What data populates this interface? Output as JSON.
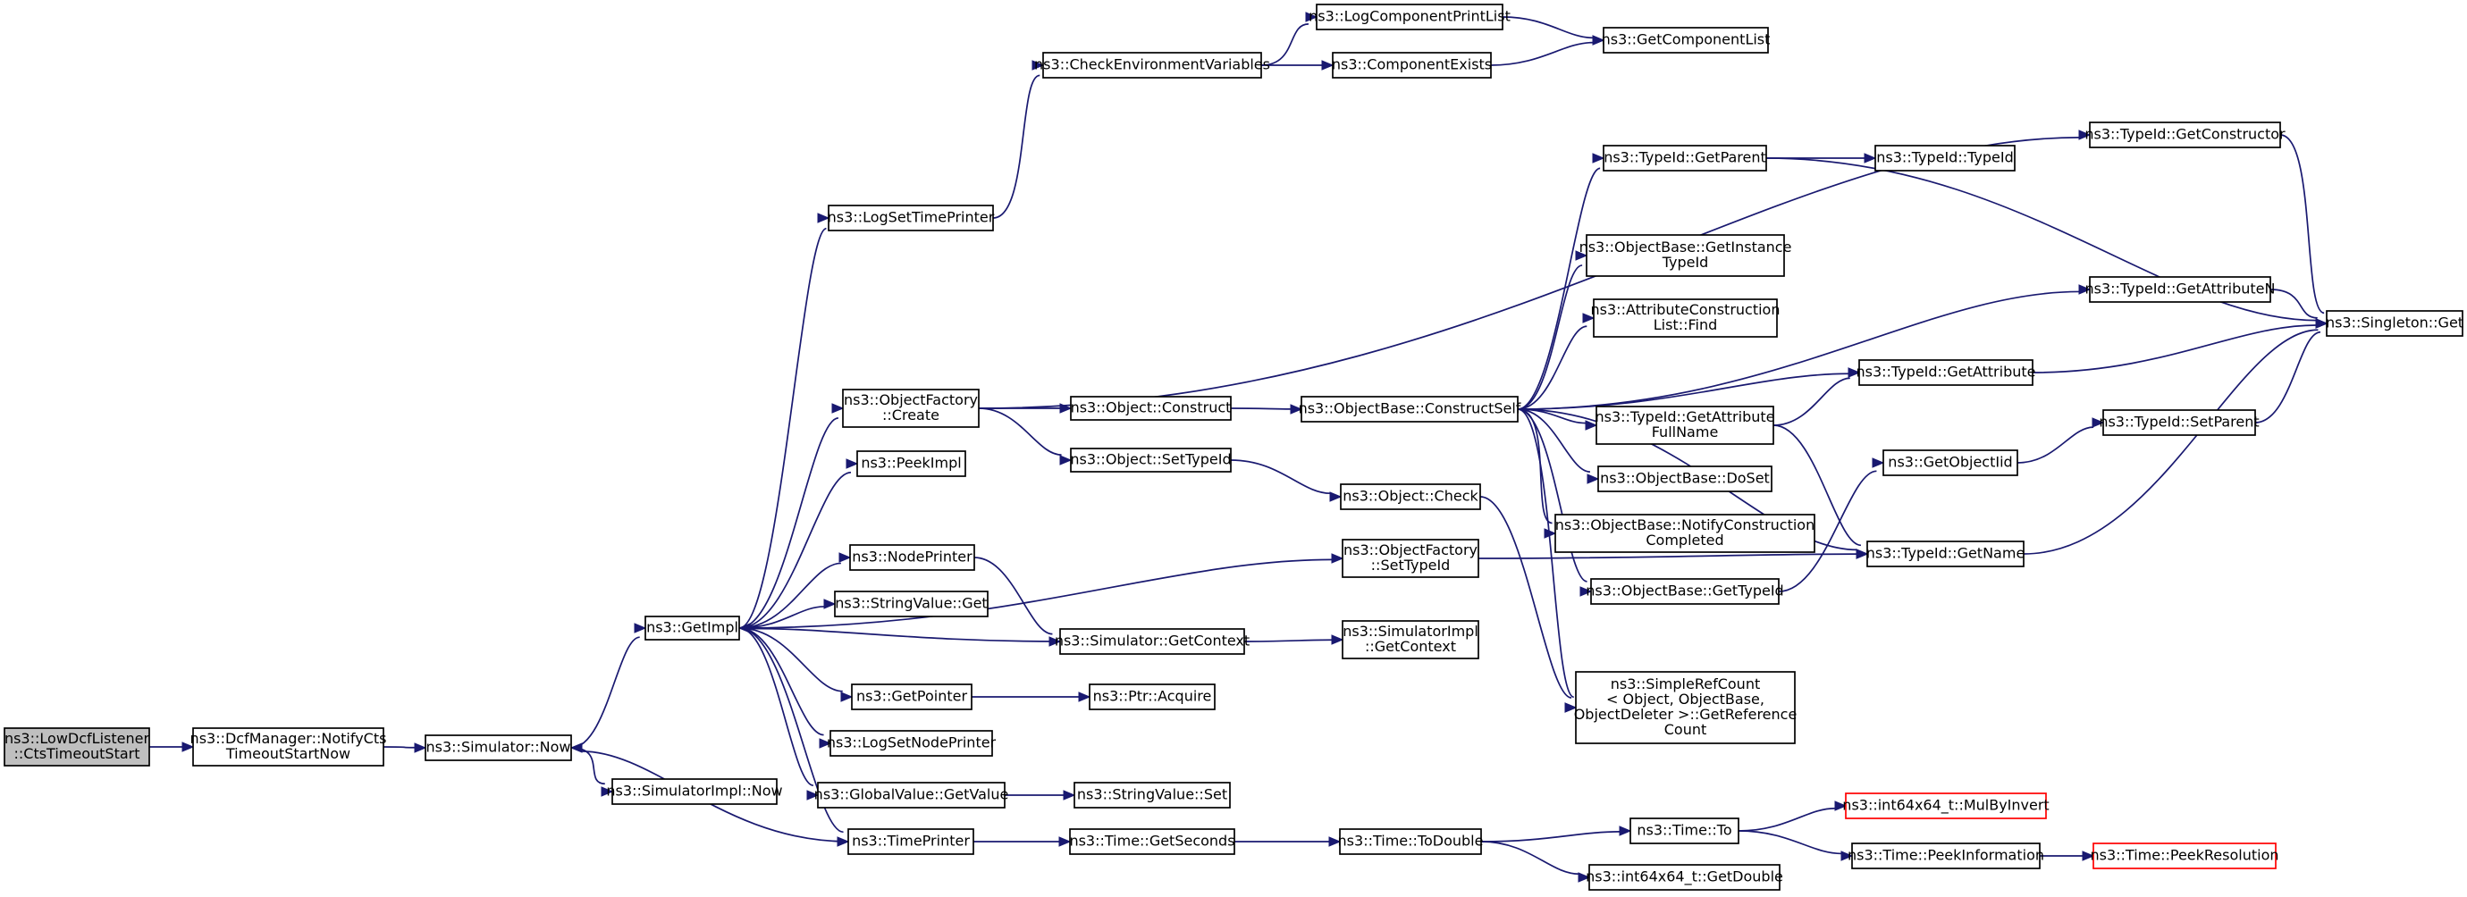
{
  "graph": {
    "edge_color": "#191970",
    "root_fill": "#bfbfbf",
    "nodes": [
      {
        "id": "cts",
        "lines": [
          "ns3::LowDcfListener",
          "::CtsTimeoutStart"
        ],
        "kind": "root"
      },
      {
        "id": "dcf",
        "lines": [
          "ns3::DcfManager::NotifyCts",
          "TimeoutStartNow"
        ]
      },
      {
        "id": "simnow",
        "lines": [
          "ns3::Simulator::Now"
        ]
      },
      {
        "id": "simimplnow",
        "lines": [
          "ns3::SimulatorImpl::Now"
        ]
      },
      {
        "id": "getimpl",
        "lines": [
          "ns3::GetImpl"
        ]
      },
      {
        "id": "logsettime",
        "lines": [
          "ns3::LogSetTimePrinter"
        ]
      },
      {
        "id": "checkenv",
        "lines": [
          "ns3::CheckEnvironmentVariables"
        ]
      },
      {
        "id": "logcompprint",
        "lines": [
          "ns3::LogComponentPrintList"
        ]
      },
      {
        "id": "compexists",
        "lines": [
          "ns3::ComponentExists"
        ]
      },
      {
        "id": "getcomplist",
        "lines": [
          "ns3::GetComponentList"
        ]
      },
      {
        "id": "objfactcreate",
        "lines": [
          "ns3::ObjectFactory",
          "::Create"
        ]
      },
      {
        "id": "peekimpl",
        "lines": [
          "ns3::PeekImpl"
        ]
      },
      {
        "id": "nodeprinter",
        "lines": [
          "ns3::NodePrinter"
        ]
      },
      {
        "id": "strvalget",
        "lines": [
          "ns3::StringValue::Get"
        ]
      },
      {
        "id": "getpointer",
        "lines": [
          "ns3::GetPointer"
        ]
      },
      {
        "id": "logsetnode",
        "lines": [
          "ns3::LogSetNodePrinter"
        ]
      },
      {
        "id": "globalval",
        "lines": [
          "ns3::GlobalValue::GetValue"
        ]
      },
      {
        "id": "timeprinter",
        "lines": [
          "ns3::TimePrinter"
        ]
      },
      {
        "id": "objconstruct",
        "lines": [
          "ns3::Object::Construct"
        ]
      },
      {
        "id": "objsettypeid",
        "lines": [
          "ns3::Object::SetTypeId"
        ]
      },
      {
        "id": "simgetctx",
        "lines": [
          "ns3::Simulator::GetContext"
        ]
      },
      {
        "id": "ptracquire",
        "lines": [
          "ns3::Ptr::Acquire"
        ]
      },
      {
        "id": "strvalset",
        "lines": [
          "ns3::StringValue::Set"
        ]
      },
      {
        "id": "timegetsec",
        "lines": [
          "ns3::Time::GetSeconds"
        ]
      },
      {
        "id": "objbasecs",
        "lines": [
          "ns3::ObjectBase::ConstructSelf"
        ]
      },
      {
        "id": "objcheck",
        "lines": [
          "ns3::Object::Check"
        ]
      },
      {
        "id": "objfactsettid",
        "lines": [
          "ns3::ObjectFactory",
          "::SetTypeId"
        ]
      },
      {
        "id": "simimplgetctx",
        "lines": [
          "ns3::SimulatorImpl",
          "::GetContext"
        ]
      },
      {
        "id": "timetodouble",
        "lines": [
          "ns3::Time::ToDouble"
        ]
      },
      {
        "id": "tidgetparent",
        "lines": [
          "ns3::TypeId::GetParent"
        ]
      },
      {
        "id": "objbasegetinst",
        "lines": [
          "ns3::ObjectBase::GetInstance",
          "TypeId"
        ]
      },
      {
        "id": "attrconstfind",
        "lines": [
          "ns3::AttributeConstruction",
          "List::Find"
        ]
      },
      {
        "id": "tidgetattrfull",
        "lines": [
          "ns3::TypeId::GetAttribute",
          "FullName"
        ]
      },
      {
        "id": "objbasedoset",
        "lines": [
          "ns3::ObjectBase::DoSet"
        ]
      },
      {
        "id": "objbasenotify",
        "lines": [
          "ns3::ObjectBase::NotifyConstruction",
          "Completed"
        ]
      },
      {
        "id": "objbasegettid",
        "lines": [
          "ns3::ObjectBase::GetTypeId"
        ]
      },
      {
        "id": "simplerefcount",
        "lines": [
          "ns3::SimpleRefCount",
          "< Object, ObjectBase,",
          "ObjectDeleter >::GetReference",
          "Count"
        ]
      },
      {
        "id": "timeto",
        "lines": [
          "ns3::Time::To"
        ]
      },
      {
        "id": "int64getdouble",
        "lines": [
          "ns3::int64x64_t::GetDouble"
        ]
      },
      {
        "id": "tidtypeid",
        "lines": [
          "ns3::TypeId::TypeId"
        ]
      },
      {
        "id": "tidgetattr",
        "lines": [
          "ns3::TypeId::GetAttribute"
        ]
      },
      {
        "id": "getobjectiid",
        "lines": [
          "ns3::GetObjectIid"
        ]
      },
      {
        "id": "tidgetname",
        "lines": [
          "ns3::TypeId::GetName"
        ]
      },
      {
        "id": "int64mulbyinv",
        "lines": [
          "ns3::int64x64_t::MulByInvert"
        ],
        "kind": "red"
      },
      {
        "id": "timepeekinfo",
        "lines": [
          "ns3::Time::PeekInformation"
        ]
      },
      {
        "id": "tidgetctor",
        "lines": [
          "ns3::TypeId::GetConstructor"
        ]
      },
      {
        "id": "tidgetattrn",
        "lines": [
          "ns3::TypeId::GetAttributeN"
        ]
      },
      {
        "id": "tidsetparent",
        "lines": [
          "ns3::TypeId::SetParent"
        ]
      },
      {
        "id": "singletonget",
        "lines": [
          "ns3::Singleton::Get"
        ]
      },
      {
        "id": "timepeekres",
        "lines": [
          "ns3::Time::PeekResolution"
        ],
        "kind": "red"
      }
    ],
    "edges": [
      [
        "cts",
        "dcf"
      ],
      [
        "dcf",
        "simnow"
      ],
      [
        "simnow",
        "getimpl"
      ],
      [
        "simnow",
        "simimplnow"
      ],
      [
        "getimpl",
        "logsettime"
      ],
      [
        "getimpl",
        "objfactcreate"
      ],
      [
        "getimpl",
        "peekimpl"
      ],
      [
        "getimpl",
        "nodeprinter"
      ],
      [
        "getimpl",
        "strvalget"
      ],
      [
        "getimpl",
        "getpointer"
      ],
      [
        "getimpl",
        "logsetnode"
      ],
      [
        "getimpl",
        "globalval"
      ],
      [
        "getimpl",
        "timeprinter"
      ],
      [
        "getimpl",
        "objfactsettid"
      ],
      [
        "simgetctx",
        "getimpl"
      ],
      [
        "timeprinter",
        "simnow"
      ],
      [
        "logsettime",
        "checkenv"
      ],
      [
        "checkenv",
        "logcompprint"
      ],
      [
        "checkenv",
        "compexists"
      ],
      [
        "logcompprint",
        "getcomplist"
      ],
      [
        "compexists",
        "getcomplist"
      ],
      [
        "objfactcreate",
        "objconstruct"
      ],
      [
        "objfactcreate",
        "objsettypeid"
      ],
      [
        "objfactcreate",
        "tidgetctor"
      ],
      [
        "nodeprinter",
        "simgetctx"
      ],
      [
        "getpointer",
        "ptracquire"
      ],
      [
        "globalval",
        "strvalset"
      ],
      [
        "timeprinter",
        "timegetsec"
      ],
      [
        "objconstruct",
        "objbasecs"
      ],
      [
        "objsettypeid",
        "objcheck"
      ],
      [
        "simgetctx",
        "simimplgetctx"
      ],
      [
        "timegetsec",
        "timetodouble"
      ],
      [
        "objbasecs",
        "tidgetparent"
      ],
      [
        "objbasecs",
        "objbasegetinst"
      ],
      [
        "objbasecs",
        "attrconstfind"
      ],
      [
        "objbasecs",
        "tidgetattrfull"
      ],
      [
        "objbasecs",
        "objbasedoset"
      ],
      [
        "objbasecs",
        "objbasenotify"
      ],
      [
        "objbasecs",
        "objbasegettid"
      ],
      [
        "objbasecs",
        "simplerefcount"
      ],
      [
        "objbasecs",
        "tidgetattr"
      ],
      [
        "objbasecs",
        "tidgetattrn"
      ],
      [
        "objbasecs",
        "tidgetname"
      ],
      [
        "objcheck",
        "simplerefcount"
      ],
      [
        "objfactsettid",
        "tidgetname"
      ],
      [
        "timetodouble",
        "timeto"
      ],
      [
        "timetodouble",
        "int64getdouble"
      ],
      [
        "timeto",
        "int64mulbyinv"
      ],
      [
        "timeto",
        "timepeekinfo"
      ],
      [
        "timepeekinfo",
        "timepeekres"
      ],
      [
        "tidgetparent",
        "tidtypeid"
      ],
      [
        "tidgetparent",
        "singletonget"
      ],
      [
        "tidgetattrfull",
        "tidgetattr"
      ],
      [
        "tidgetattrfull",
        "tidgetname"
      ],
      [
        "objbasegettid",
        "getobjectiid"
      ],
      [
        "getobjectiid",
        "tidsetparent"
      ],
      [
        "tidgetattr",
        "singletonget"
      ],
      [
        "tidgetattrn",
        "singletonget"
      ],
      [
        "tidsetparent",
        "singletonget"
      ],
      [
        "tidgetname",
        "singletonget"
      ],
      [
        "tidgetctor",
        "singletonget"
      ]
    ]
  }
}
